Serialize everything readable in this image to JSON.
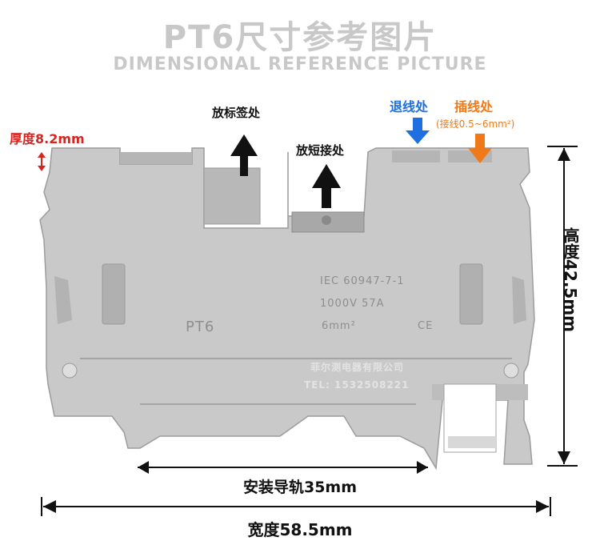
{
  "header": {
    "title_cn": "PT6尺寸参考图片",
    "title_en": "DIMENSIONAL REFERENCE PICTURE"
  },
  "labels": {
    "thickness": "厚度8.2mm",
    "label_slot": "放标签处",
    "short_slot": "放短接处",
    "release": "退线处",
    "insert": "插线处",
    "insert_spec": "(接线0.5~6mm²)"
  },
  "part_markings": {
    "model": "PT6",
    "standard": "IEC  60947-7-1",
    "rating": "1000V  57A",
    "section": "6mm²",
    "ce": "CE"
  },
  "watermark": {
    "company": "菲尔测电器有限公司",
    "tel": "TEL: 1532508221"
  },
  "dimensions": {
    "rail": "安装导轨35mm",
    "width": "宽度58.5mm",
    "height": "高度42.5mm"
  },
  "colors": {
    "title": "#c8c8c8",
    "red": "#d8241f",
    "blue": "#1f6fe0",
    "orange": "#f07a19",
    "body": "#c9c9c9"
  }
}
